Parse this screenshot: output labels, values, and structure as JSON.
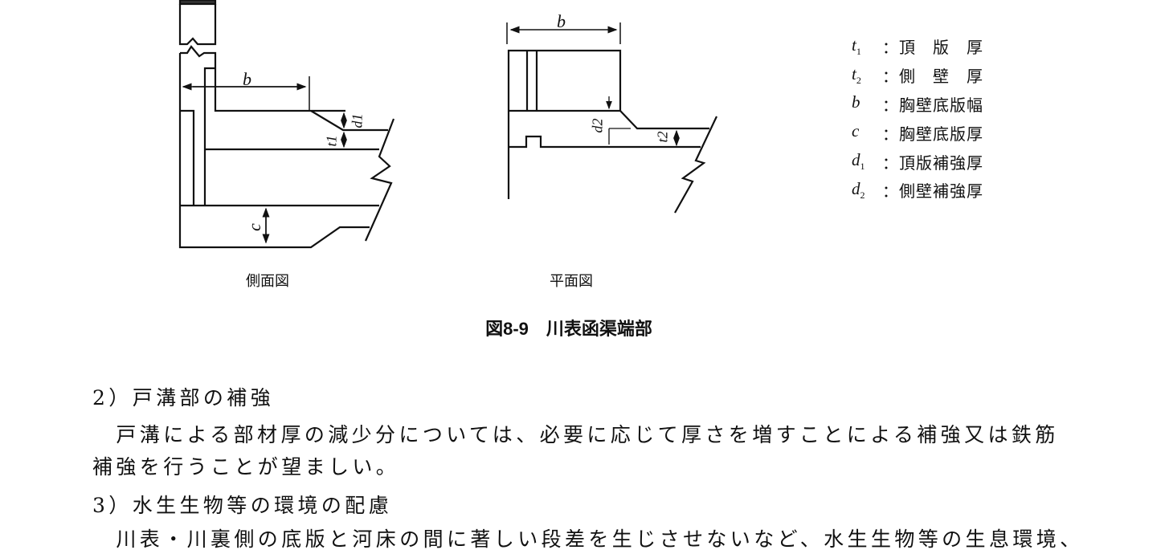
{
  "figure": {
    "side_view_label": "側面図",
    "plan_view_label": "平面図",
    "caption": "図8-9　川表函渠端部",
    "dimension_labels": {
      "b": "b",
      "c": "c",
      "d1": "d1",
      "t1": "t1",
      "d2": "d2",
      "t2": "t2"
    }
  },
  "legend": [
    {
      "sym": "t",
      "sub": "1",
      "label": "：頂　版　厚"
    },
    {
      "sym": "t",
      "sub": "2",
      "label": "：側　壁　厚"
    },
    {
      "sym": "b",
      "sub": "",
      "label": " ：胸壁底版幅"
    },
    {
      "sym": "c",
      "sub": "",
      "label": " ：胸壁底版厚"
    },
    {
      "sym": "d",
      "sub": "1",
      "label": "：頂版補強厚"
    },
    {
      "sym": "d",
      "sub": "2",
      "label": "：側壁補強厚"
    }
  ],
  "body": {
    "heading2": "2）戸溝部の補強",
    "para2_line1": "　戸溝による部材厚の減少分については、必要に応じて厚さを増すことによる補強又は鉄筋",
    "para2_line2": "補強を行うことが望ましい。",
    "heading3": "3）水生生物等の環境の配慮",
    "para3_line1": "　川表・川裏側の底版と河床の間に著しい段差を生じさせないなど、水生生物等の生息環境、"
  }
}
